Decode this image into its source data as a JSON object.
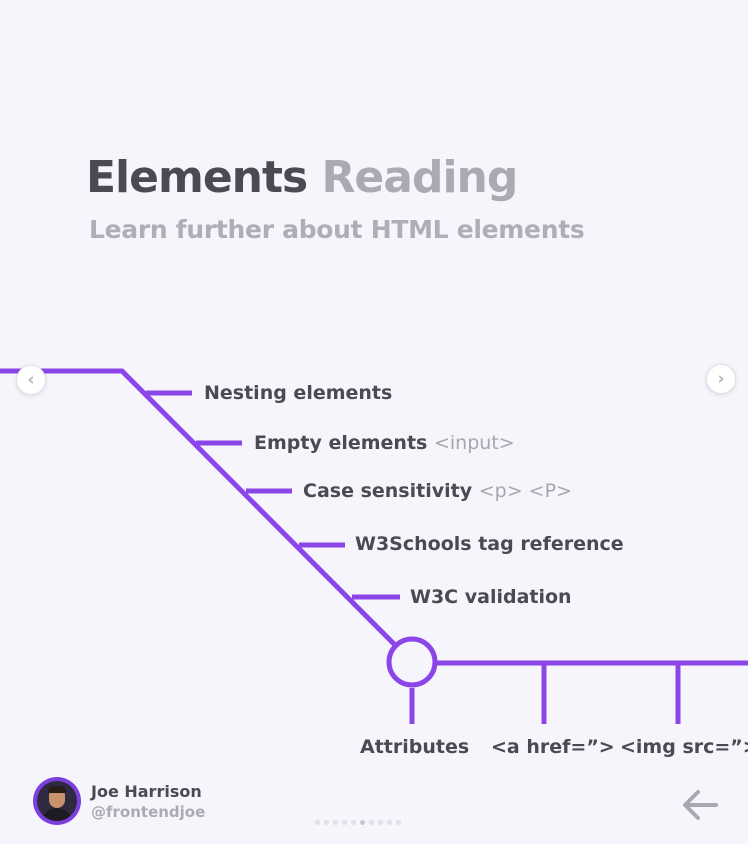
{
  "title": {
    "bold": "Elements",
    "light": "Reading"
  },
  "subtitle": "Learn further about HTML elements",
  "route_items": [
    {
      "label": "Nesting elements",
      "hint": ""
    },
    {
      "label": "Empty elements",
      "hint": "<input>"
    },
    {
      "label": "Case sensitivity",
      "hint": "<p> <P>"
    },
    {
      "label": "W3Schools tag reference",
      "hint": ""
    },
    {
      "label": "W3C validation",
      "hint": ""
    }
  ],
  "bottom_labels": [
    "Attributes",
    "<a href=”>",
    "<img src=”>"
  ],
  "author": {
    "name": "Joe Harrison",
    "handle": "@frontendjoe"
  },
  "pagination": {
    "total": 10,
    "active": 5
  },
  "colors": {
    "accent": "#8c45e8",
    "text_dark": "#4a4a52",
    "text_muted": "#aaaab2",
    "background": "#f5f5fb"
  },
  "icons": {
    "prev": "chevron-left-icon",
    "next": "chevron-right-icon",
    "back": "arrow-left-icon"
  }
}
